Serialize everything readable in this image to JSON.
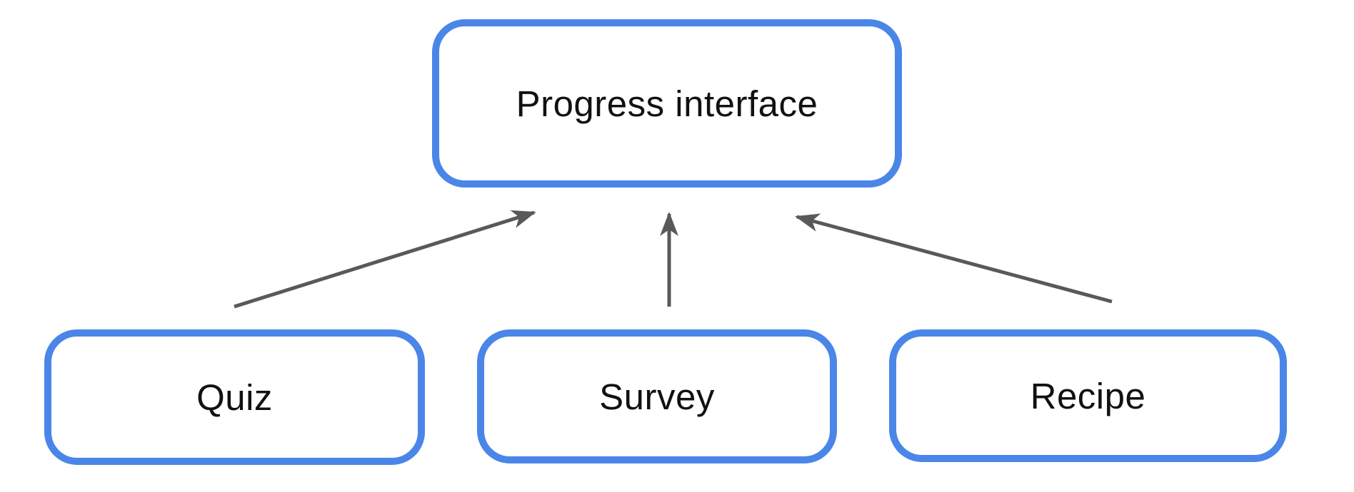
{
  "diagram": {
    "colors": {
      "node_border": "#4a86e8",
      "node_fill": "#ffffff",
      "node_text": "#111111",
      "arrow": "#595959",
      "background": "#ffffff"
    },
    "nodes": {
      "progress": {
        "label": "Progress interface"
      },
      "quiz": {
        "label": "Quiz"
      },
      "survey": {
        "label": "Survey"
      },
      "recipe": {
        "label": "Recipe"
      }
    },
    "edges": [
      {
        "from": "Quiz",
        "to": "Progress interface"
      },
      {
        "from": "Survey",
        "to": "Progress interface"
      },
      {
        "from": "Recipe",
        "to": "Progress interface"
      }
    ]
  }
}
